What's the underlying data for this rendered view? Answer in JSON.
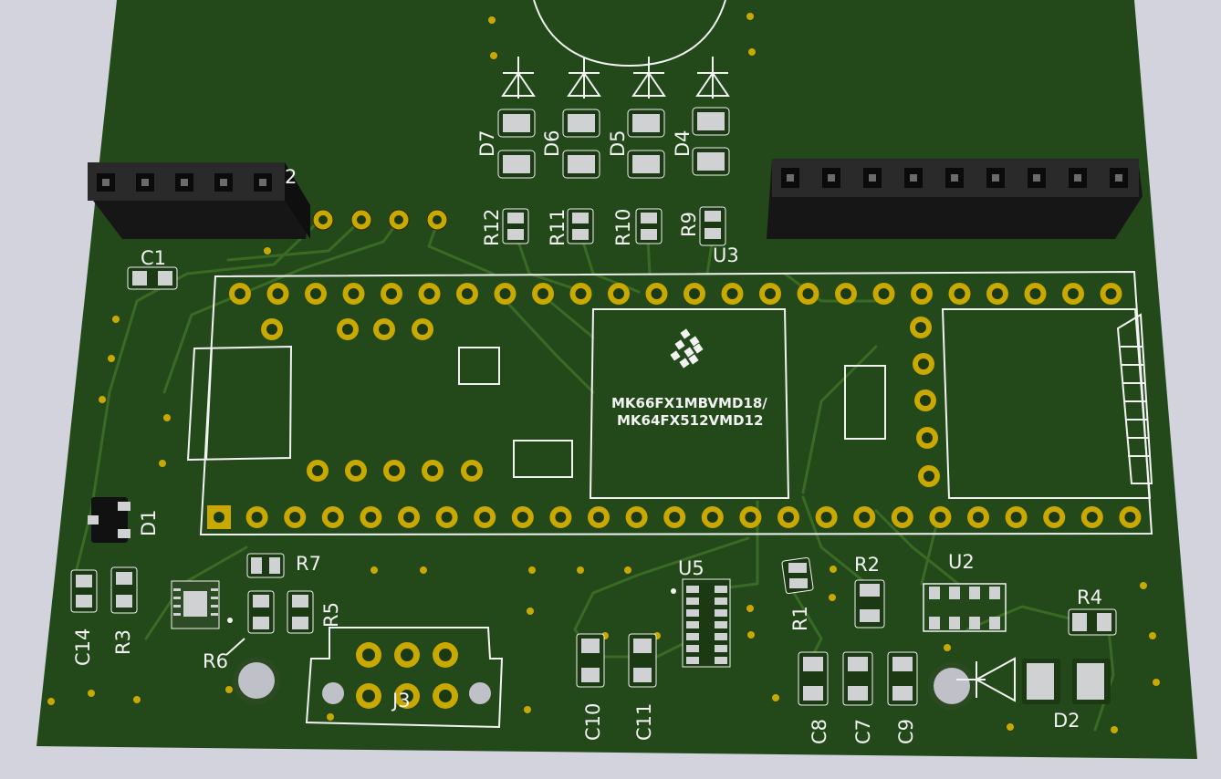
{
  "view": {
    "background": "#d2d3dd",
    "board_color": "#23491b",
    "silkscreen_color": "#f2f2f2",
    "copper_color": "#c9a800"
  },
  "ic": {
    "line1": "MK66FX1MBVMD18/",
    "line2": "MK64FX512VMD12"
  },
  "labels": {
    "D7": "D7",
    "D6": "D6",
    "D5": "D5",
    "D4": "D4",
    "R12": "R12",
    "R11": "R11",
    "R10": "R10",
    "R9": "R9",
    "U3": "U3",
    "C1": "C1",
    "D1": "D1",
    "R7": "R7",
    "R5": "R5",
    "R6": "R6",
    "C14": "C14",
    "R3": "R3",
    "J3": "J3",
    "U5": "U5",
    "C10": "C10",
    "C11": "C11",
    "R1": "R1",
    "R2": "R2",
    "U2": "U2",
    "R4": "R4",
    "C8": "C8",
    "C7": "C7",
    "C9": "C9",
    "D2": "D2",
    "J2_partial": "2"
  }
}
